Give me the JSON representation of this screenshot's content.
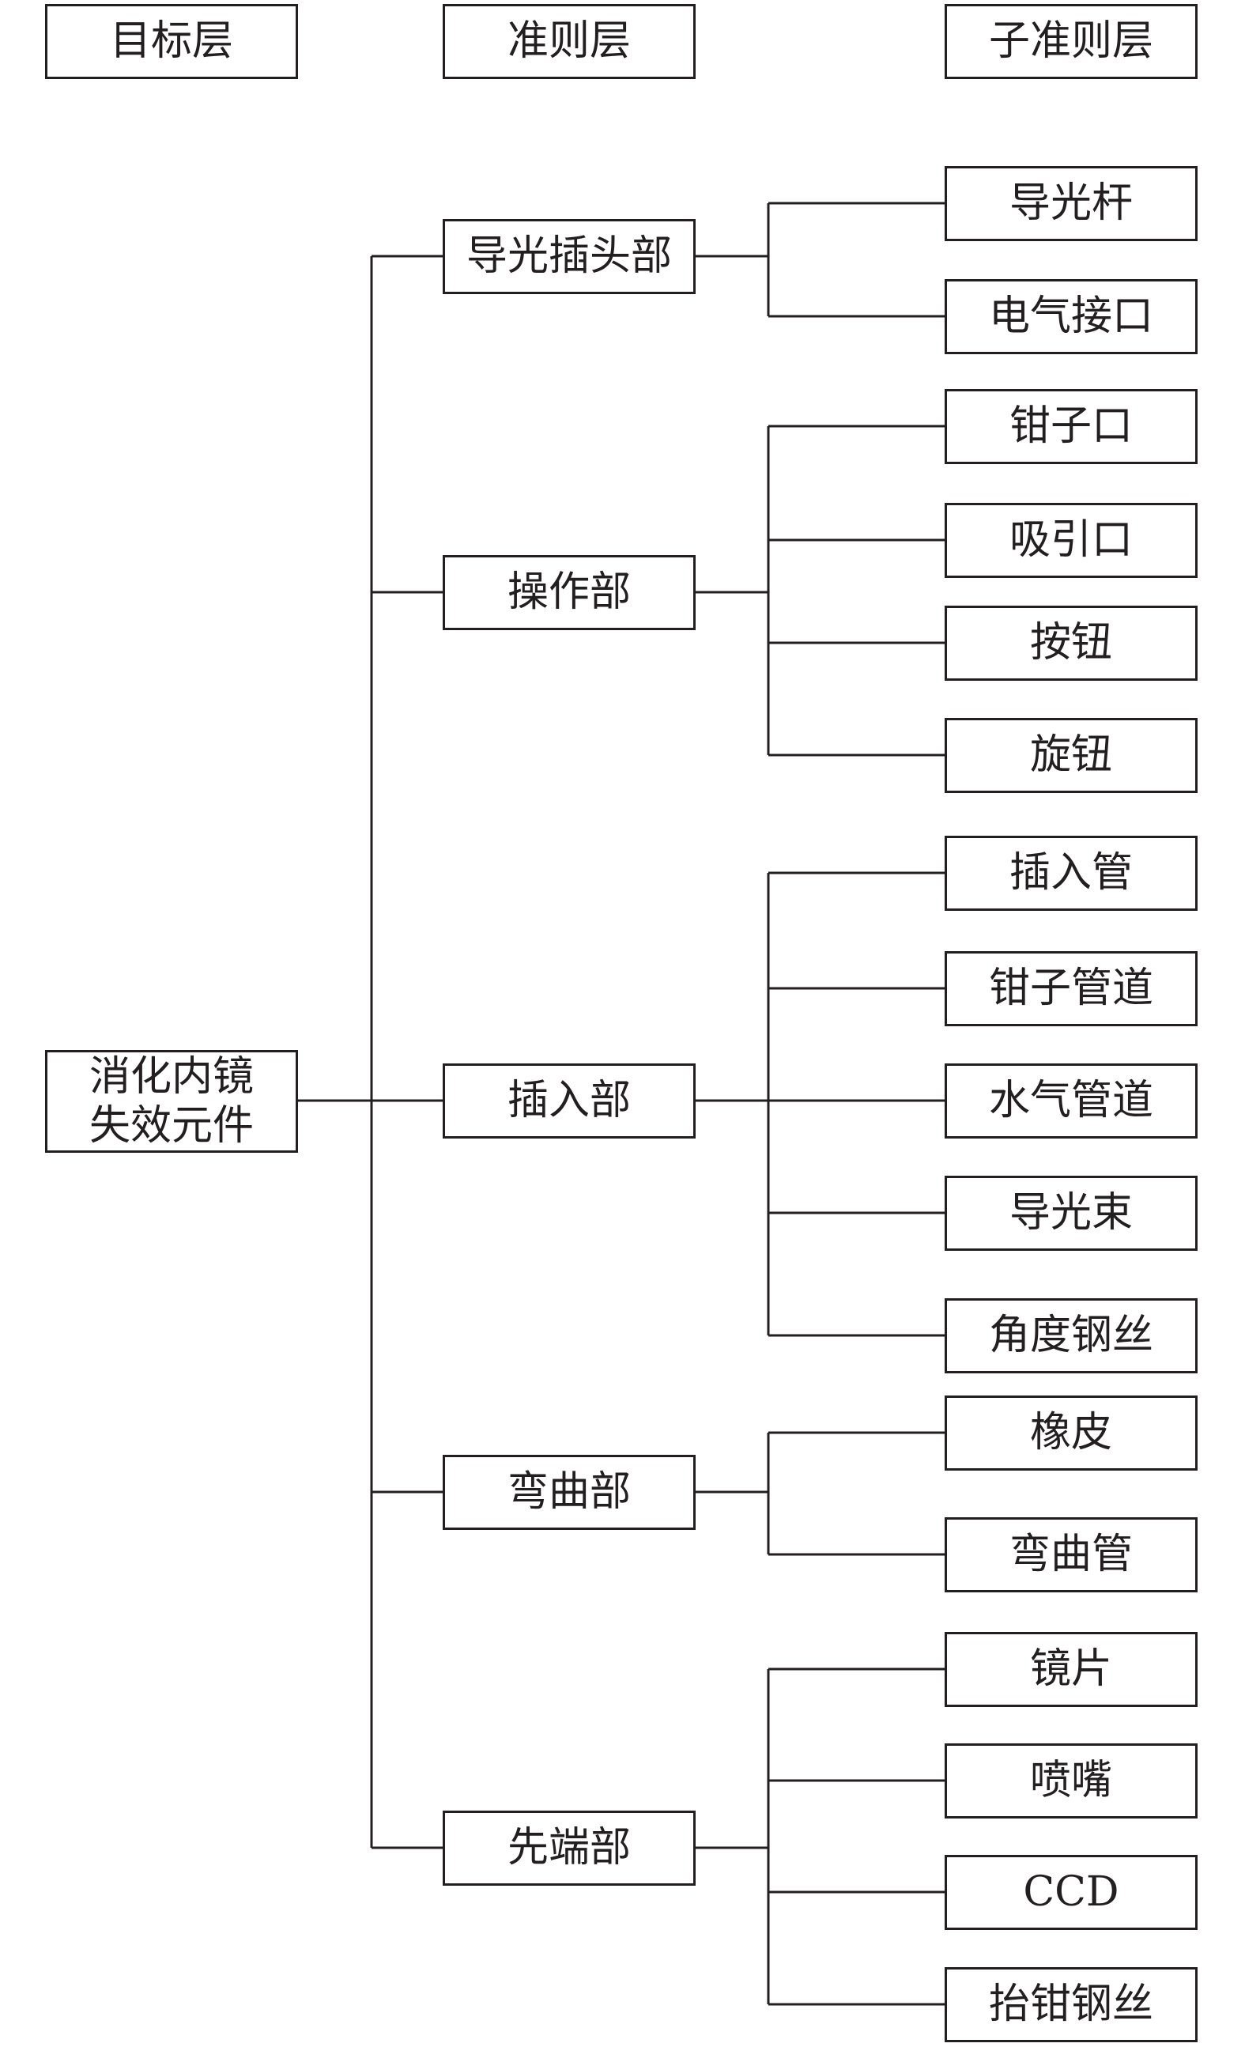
{
  "headers": {
    "goal": "目标层",
    "criteria": "准则层",
    "subcriteria": "子准则层"
  },
  "root": {
    "label": "消化内镜\n失效元件"
  },
  "criteria": [
    {
      "label": "导光插头部",
      "children": [
        "导光杆",
        "电气接口"
      ]
    },
    {
      "label": "操作部",
      "children": [
        "钳子口",
        "吸引口",
        "按钮",
        "旋钮"
      ]
    },
    {
      "label": "插入部",
      "children": [
        "插入管",
        "钳子管道",
        "水气管道",
        "导光束",
        "角度钢丝"
      ]
    },
    {
      "label": "弯曲部",
      "children": [
        "橡皮",
        "弯曲管"
      ]
    },
    {
      "label": "先端部",
      "children": [
        "镜片",
        "喷嘴",
        "CCD",
        "抬钳钢丝"
      ]
    }
  ]
}
